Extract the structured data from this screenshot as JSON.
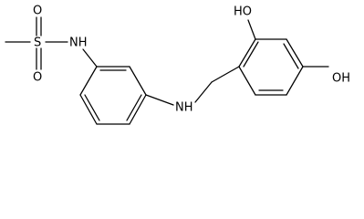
{
  "molecule": {
    "atom_labels": {
      "sulfur": "S",
      "oxygen_top": "O",
      "oxygen_bottom": "O",
      "sulfonamide_nh": "NH",
      "amine_nh": "NH",
      "hydroxyl_top": "HO",
      "hydroxyl_right": "OH"
    }
  },
  "colors": {
    "bond": "#000000",
    "text": "#000000",
    "background": "#ffffff"
  }
}
